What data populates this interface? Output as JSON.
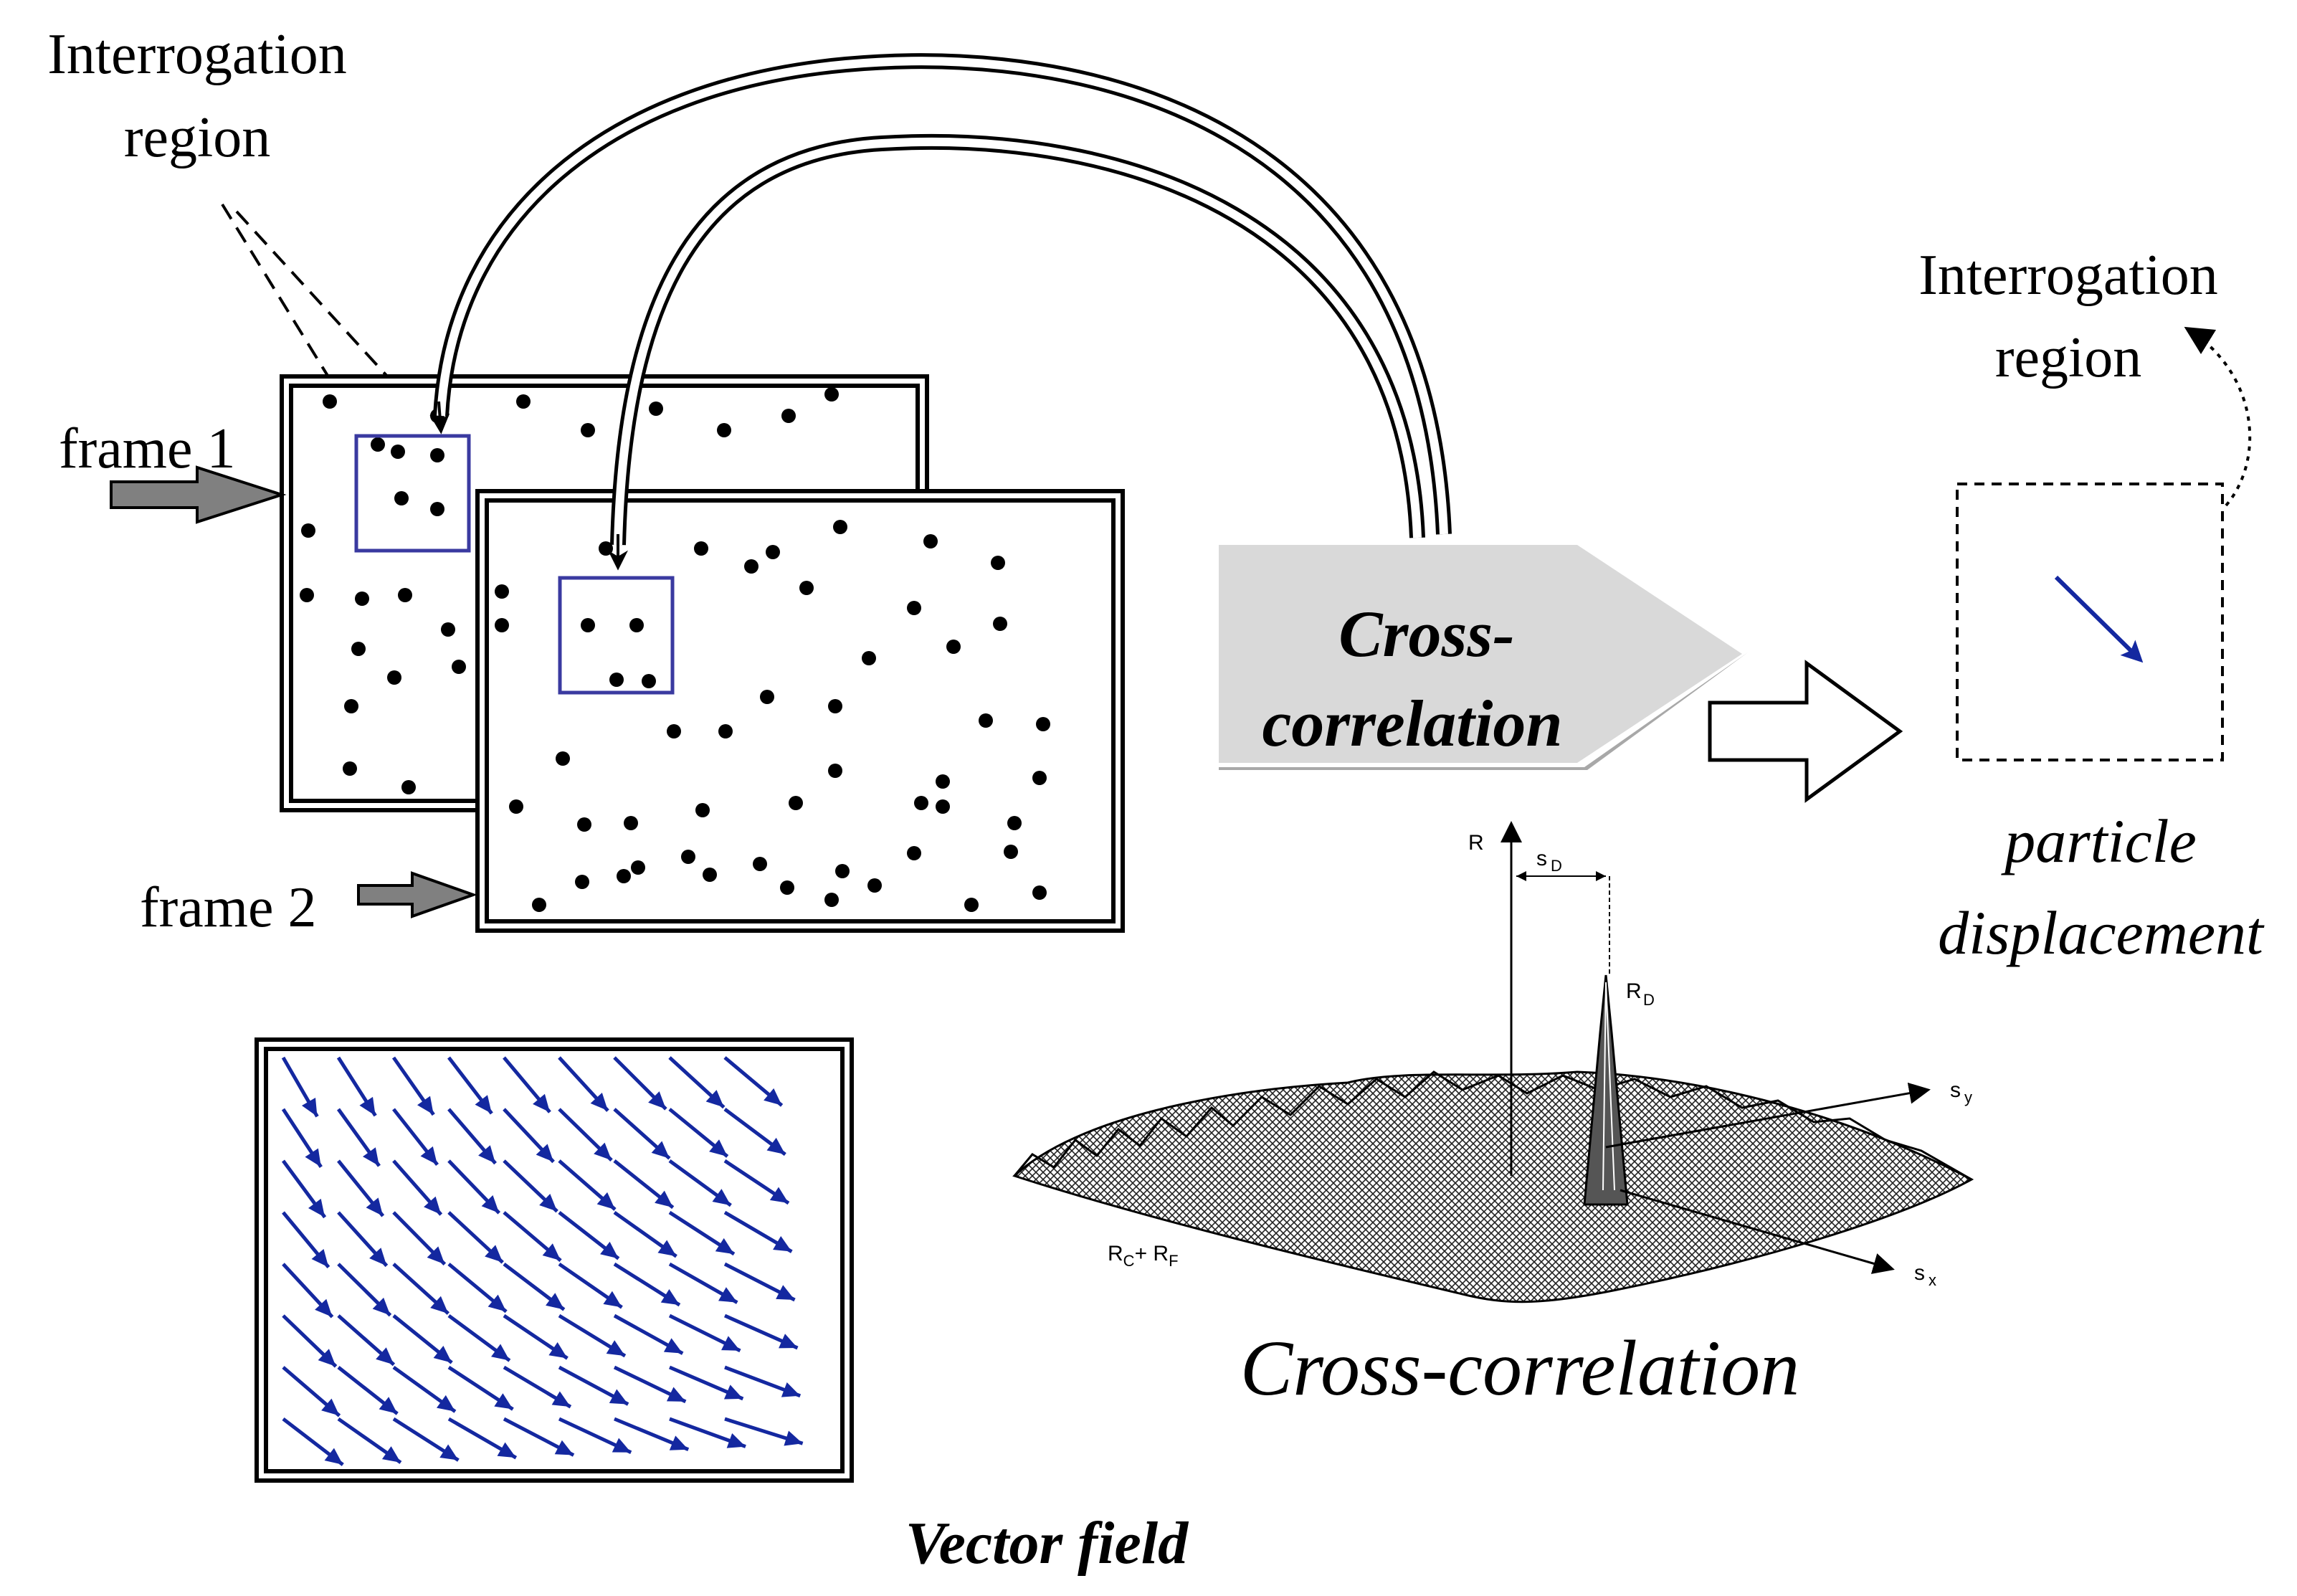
{
  "labels": {
    "interrogation_left_1": "Interrogation",
    "interrogation_left_2": "region",
    "interrogation_right_1": "Interrogation",
    "interrogation_right_2": "region",
    "frame1": "frame 1",
    "frame2": "frame 2",
    "cross_banner_1": "Cross-",
    "cross_banner_2": "correlation",
    "particle_1": "particle",
    "particle_2": "displacement",
    "cross_caption": "Cross-correlation",
    "vector_caption": "Vector field"
  },
  "plot_labels": {
    "R": "R",
    "sD": "s",
    "sD_sub": "D",
    "RD": "R",
    "RD_sub": "D",
    "sy": "s",
    "sy_sub": "y",
    "sx": "s",
    "sx_sub": "x",
    "RCRF": "R",
    "RCRF_sub1": "C",
    "RCRF_plus": "+ R",
    "RCRF_sub2": "F"
  },
  "colors": {
    "ink": "#000000",
    "vector_blue": "#1428a0",
    "box_blue": "#3a3aa0",
    "arrow_gray": "#808080",
    "banner_fill": "#d9d9d9",
    "banner_shadow": "#a8a8a8"
  }
}
